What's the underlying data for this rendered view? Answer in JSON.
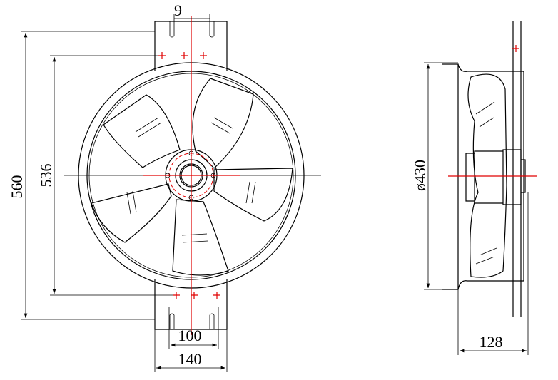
{
  "title": "Axial fan dimension drawing",
  "dimensions": {
    "slot_width": "9",
    "overall_height": "560",
    "hole_spacing_vertical": "536",
    "hole_spacing_horizontal": "100",
    "bracket_width": "140",
    "diameter": "ø430",
    "depth": "128"
  },
  "colors": {
    "centerline": "#e00000",
    "outline": "#000000"
  }
}
